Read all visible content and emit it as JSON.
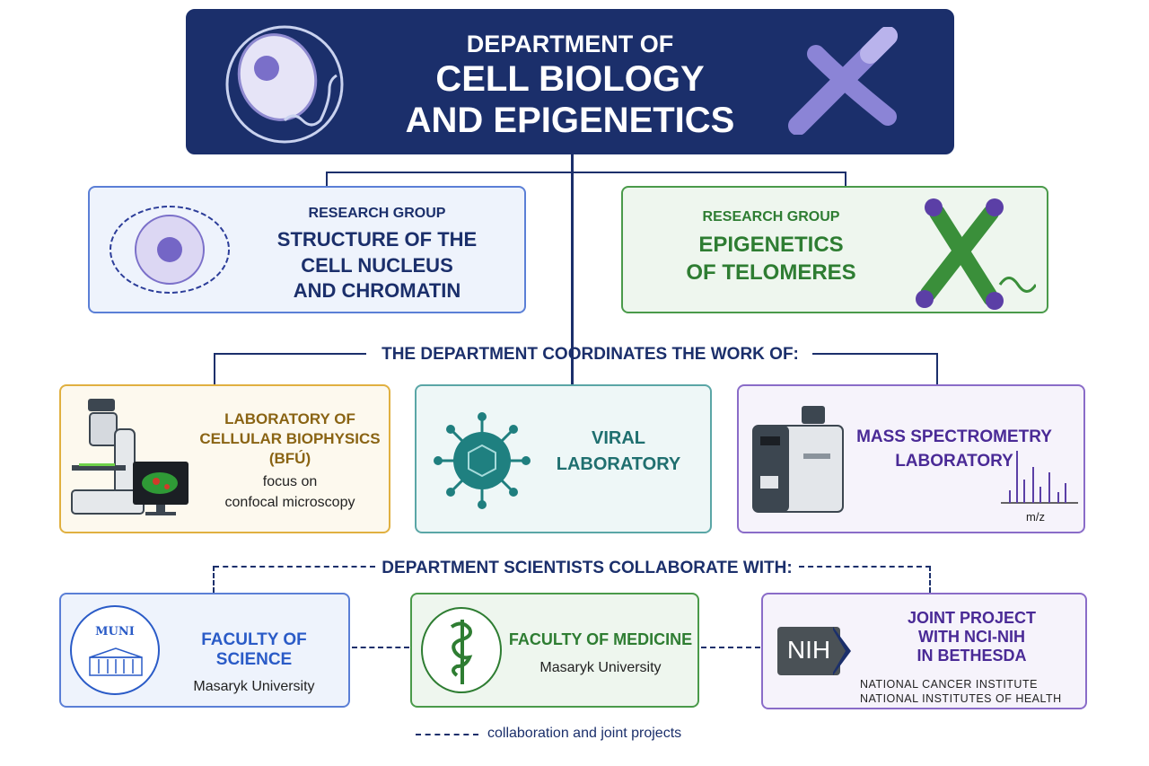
{
  "header": {
    "line1": "DEPARTMENT OF",
    "line2": "CELL BIOLOGY",
    "line3": "AND EPIGENETICS"
  },
  "groups": [
    {
      "kicker": "RESEARCH GROUP",
      "title1": "STRUCTURE OF THE",
      "title2": "CELL NUCLEUS",
      "title3": "AND CHROMATIN"
    },
    {
      "kicker": "RESEARCH GROUP",
      "title1": "EPIGENETICS",
      "title2": "OF TELOMERES"
    }
  ],
  "coordinates_label": "THE DEPARTMENT COORDINATES THE WORK OF:",
  "labs": [
    {
      "title1": "LABORATORY OF",
      "title2": "CELLULAR BIOPHYSICS (BFÚ)",
      "desc1": "focus on",
      "desc2": "confocal microscopy"
    },
    {
      "title1": "VIRAL",
      "title2": "LABORATORY"
    },
    {
      "title1": "MASS SPECTROMETRY",
      "title2": "LABORATORY",
      "axis": "m/z"
    }
  ],
  "collaborate_label": "DEPARTMENT SCIENTISTS COLLABORATE WITH:",
  "partners": [
    {
      "logo": "MUNI",
      "title": "FACULTY OF SCIENCE",
      "sub": "Masaryk University"
    },
    {
      "title": "FACULTY OF MEDICINE",
      "sub": "Masaryk University"
    },
    {
      "logo": "NIH",
      "title1": "JOINT PROJECT",
      "title2": "WITH NCI-NIH",
      "title3": "IN BETHESDA",
      "sub1": "NATIONAL CANCER INSTITUTE",
      "sub2": "NATIONAL INSTITUTES OF HEALTH"
    }
  ],
  "legend": {
    "label": "collaboration and joint projects"
  },
  "colors": {
    "navy": "#1b2f6b",
    "blue": "#2a5bc7",
    "green": "#2e7d32",
    "gold": "#8a6414",
    "teal": "#1f6f6f",
    "purple": "#4a2a96"
  }
}
